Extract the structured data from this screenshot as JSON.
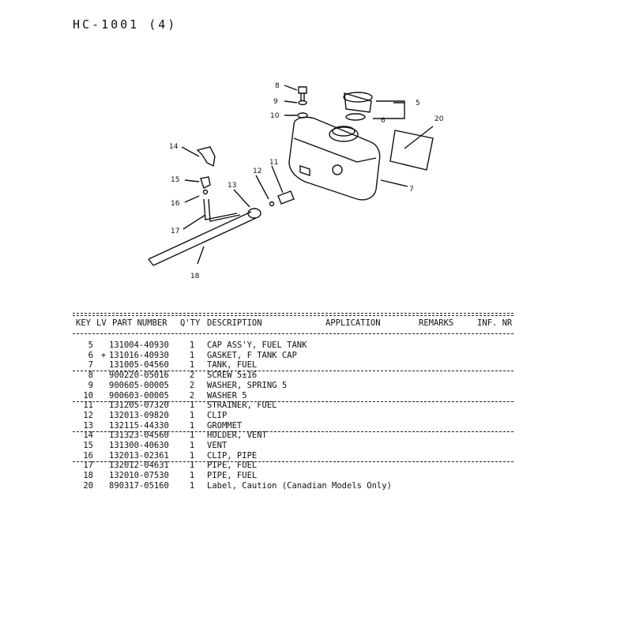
{
  "page_title": "HC-1001  (4)",
  "callouts": [
    "8",
    "9",
    "10",
    "5",
    "6",
    "20",
    "14",
    "15",
    "16",
    "17",
    "18",
    "13",
    "12",
    "11",
    "7"
  ],
  "table": {
    "headers": [
      "KEY",
      "LV",
      "PART NUMBER",
      "Q'TY",
      "DESCRIPTION",
      "APPLICATION",
      "REMARKS",
      "INF. NR"
    ],
    "rows": [
      {
        "key": "5",
        "lv": "",
        "part": "131004-40930",
        "qty": "1",
        "desc": "CAP ASS'Y, FUEL TANK",
        "uline": false
      },
      {
        "key": "6",
        "lv": "+",
        "part": "131016-40930",
        "qty": "1",
        "desc": "GASKET, F TANK CAP",
        "uline": false
      },
      {
        "key": "7",
        "lv": "",
        "part": "131005-04560",
        "qty": "1",
        "desc": "TANK, FUEL",
        "uline": true
      },
      {
        "key": "8",
        "lv": "",
        "part": "900220-05016",
        "qty": "2",
        "desc": "SCREW  5±16",
        "uline": false
      },
      {
        "key": "9",
        "lv": "",
        "part": "900605-00005",
        "qty": "2",
        "desc": "WASHER, SPRING  5",
        "uline": false
      },
      {
        "key": "10",
        "lv": "",
        "part": "900603-00005",
        "qty": "2",
        "desc": "WASHER  5",
        "uline": true
      },
      {
        "key": "11",
        "lv": "",
        "part": "131205-07320",
        "qty": "1",
        "desc": "STRAINER, FUEL",
        "uline": false
      },
      {
        "key": "12",
        "lv": "",
        "part": "132013-09820",
        "qty": "1",
        "desc": "CLIP",
        "uline": false
      },
      {
        "key": "13",
        "lv": "",
        "part": "132115-44330",
        "qty": "1",
        "desc": "GROMMET",
        "uline": true
      },
      {
        "key": "14",
        "lv": "",
        "part": "131323-04560",
        "qty": "1",
        "desc": "HOLDER, VENT",
        "uline": false
      },
      {
        "key": "15",
        "lv": "",
        "part": "131300-40630",
        "qty": "1",
        "desc": "VENT",
        "uline": false
      },
      {
        "key": "16",
        "lv": "",
        "part": "132013-02361",
        "qty": "1",
        "desc": "CLIP, PIPE",
        "uline": true
      },
      {
        "key": "17",
        "lv": "",
        "part": "132012-04631",
        "qty": "1",
        "desc": "PIPE, FUEL",
        "uline": false
      },
      {
        "key": "18",
        "lv": "",
        "part": "132010-07530",
        "qty": "1",
        "desc": "PIPE, FUEL",
        "uline": false
      },
      {
        "key": "20",
        "lv": "",
        "part": "890317-05160",
        "qty": "1",
        "desc": "Label, Caution (Canadian Models Only)",
        "uline": false
      }
    ]
  }
}
